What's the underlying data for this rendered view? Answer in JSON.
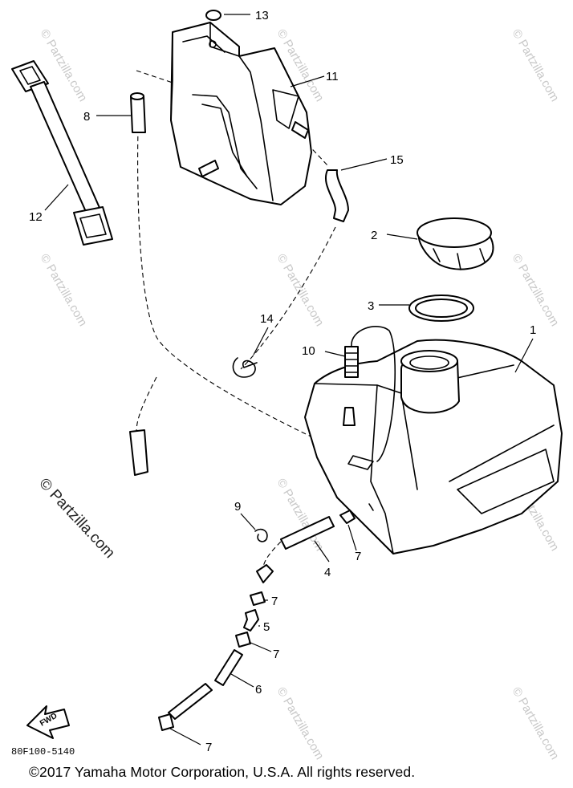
{
  "callouts": {
    "c1": "1",
    "c2": "2",
    "c3": "3",
    "c4": "4",
    "c5": "5",
    "c6": "6",
    "c7a": "7",
    "c7b": "7",
    "c7c": "7",
    "c7d": "7",
    "c8": "8",
    "c9": "9",
    "c10": "10",
    "c11": "11",
    "c12": "12",
    "c13": "13",
    "c14": "14",
    "c15": "15"
  },
  "watermark": {
    "text": "© Partzilla.com"
  },
  "fwd_label": "FWD",
  "diagram_code": "80F100-5140",
  "copyright": "©2017  Yamaha Motor Corporation, U.S.A. All rights reserved."
}
